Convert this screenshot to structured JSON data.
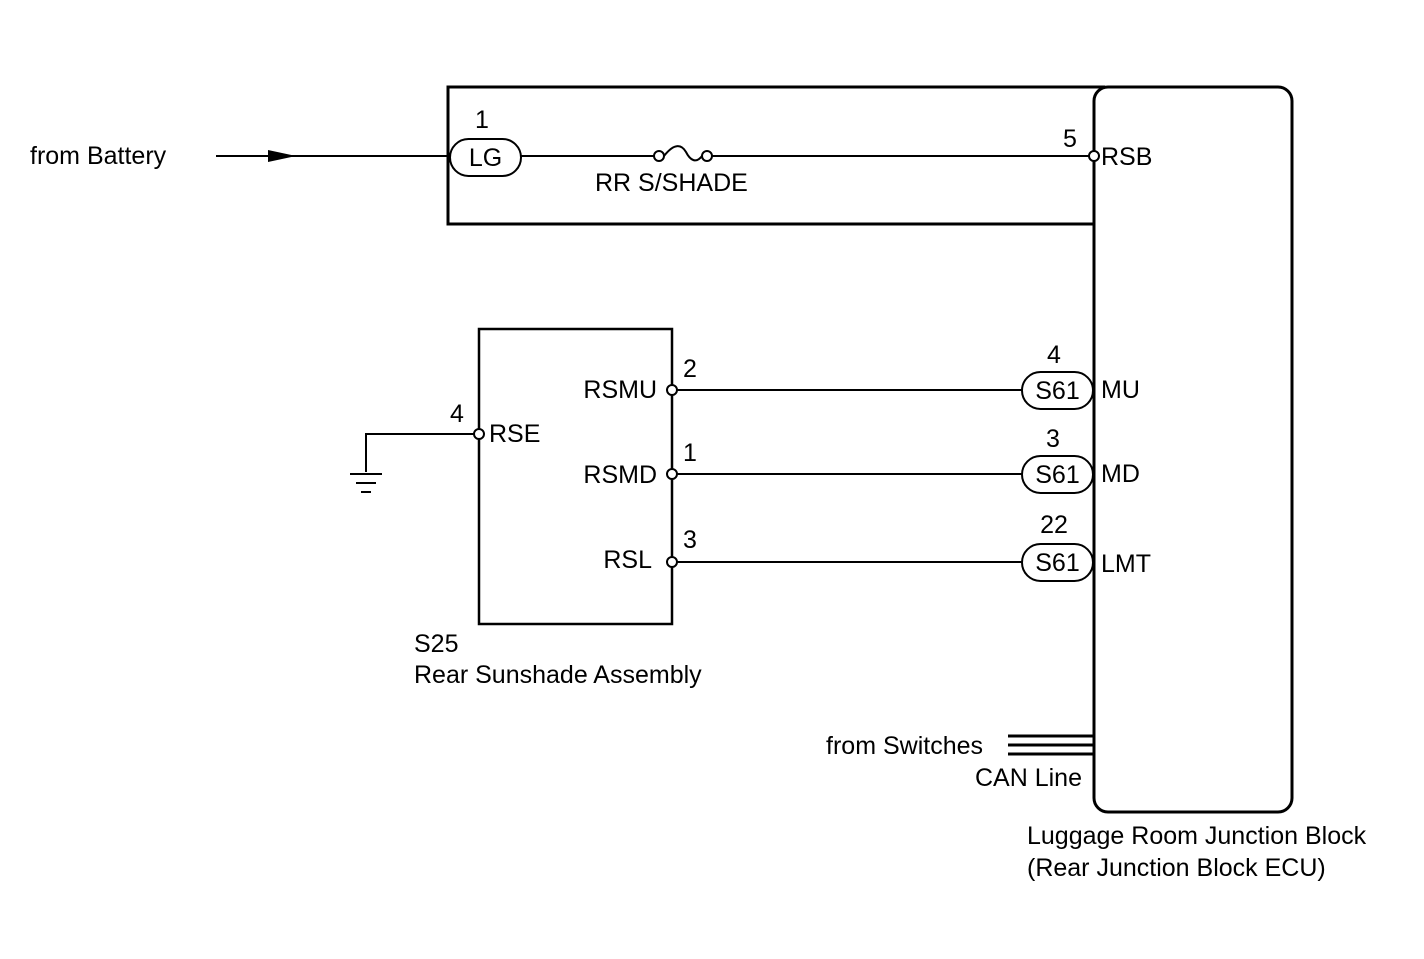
{
  "inputs": {
    "battery": "from Battery",
    "switches": "from Switches",
    "can": "CAN Line"
  },
  "fuse": {
    "label": "RR S/SHADE",
    "connector": "LG",
    "pin": "1"
  },
  "junction_block": {
    "name_line1": "Luggage Room Junction Block",
    "name_line2": "(Rear Junction Block ECU)",
    "terminals": [
      {
        "pin": "5",
        "name": "RSB"
      },
      {
        "pin": "4",
        "connector": "S61",
        "name": "MU"
      },
      {
        "pin": "3",
        "connector": "S61",
        "name": "MD"
      },
      {
        "pin": "22",
        "connector": "S61",
        "name": "LMT"
      }
    ]
  },
  "sunshade": {
    "code": "S25",
    "name": "Rear Sunshade Assembly",
    "terminals": [
      {
        "pin": "4",
        "name": "RSE"
      },
      {
        "pin": "2",
        "name": "RSMU"
      },
      {
        "pin": "1",
        "name": "RSMD"
      },
      {
        "pin": "3",
        "name": "RSL"
      }
    ]
  },
  "colors": {
    "line": "#000000",
    "background": "#ffffff"
  }
}
